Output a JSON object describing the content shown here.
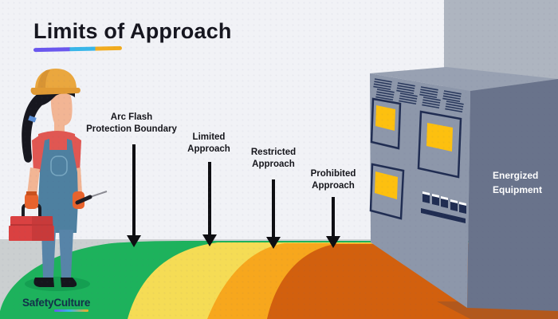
{
  "title": {
    "text": "Limits of Approach"
  },
  "boundaries": [
    {
      "line1": "Arc Flash",
      "line2": "Protection Boundary",
      "zone": "green"
    },
    {
      "line1": "Limited",
      "line2": "Approach",
      "zone": "yellow"
    },
    {
      "line1": "Restricted",
      "line2": "Approach",
      "zone": "orange"
    },
    {
      "line1": "Prohibited",
      "line2": "Approach",
      "zone": "dark-orange"
    }
  ],
  "equipment": {
    "line1": "Energized",
    "line2": "Equipment"
  },
  "brand": {
    "name": "SafetyCulture"
  },
  "colors": {
    "wall_left": "#f1f2f6",
    "wall_right": "#aeb5c0",
    "floor": "#cbcfd0",
    "zone_green": "#1db25c",
    "zone_yellow": "#f5dc55",
    "zone_orange": "#f7a71d",
    "zone_dark_orange": "#d2600e",
    "under_cabinet_floor": "#b2581c",
    "cabinet_front": "#8d97aa",
    "cabinet_side": "#69738b",
    "cabinet_top": "#98a1b2",
    "panel_outline": "#202d52",
    "panel_window": "#fdc00f",
    "arrow": "#0e0e12",
    "shadow_green": "#0d8f49",
    "accent_purple": "#6a57ee",
    "accent_blue": "#38b6e9",
    "accent_yellow": "#f2ac1f",
    "brand_text": "#123049"
  }
}
